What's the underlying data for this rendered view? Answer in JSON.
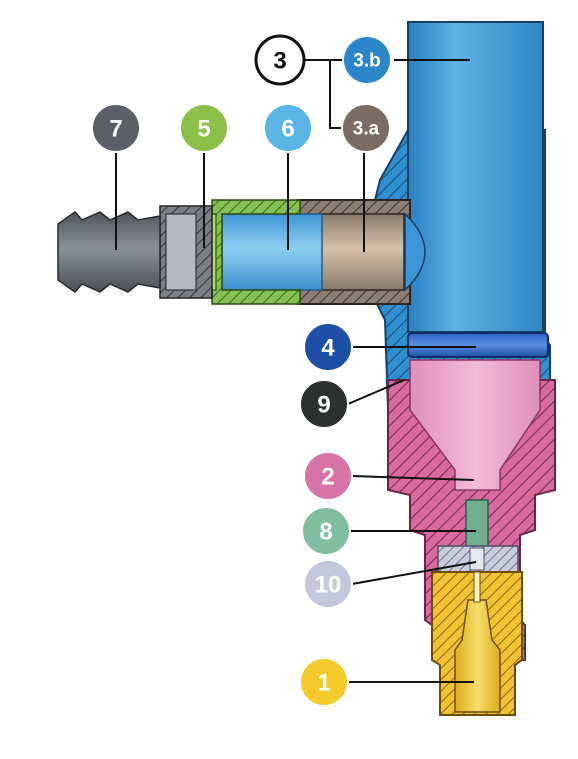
{
  "callouts": [
    {
      "id": "c3",
      "label": "3",
      "fill": "#ffffff",
      "text": "dark"
    },
    {
      "id": "c3b",
      "label": "3.b",
      "fill": "#2a86c9",
      "text": "light"
    },
    {
      "id": "c3a",
      "label": "3.a",
      "fill": "#7a6c63",
      "text": "light"
    },
    {
      "id": "c7",
      "label": "7",
      "fill": "#5c5f66",
      "text": "light"
    },
    {
      "id": "c5",
      "label": "5",
      "fill": "#8cc04a",
      "text": "light"
    },
    {
      "id": "c6",
      "label": "6",
      "fill": "#5ab4e6",
      "text": "light"
    },
    {
      "id": "c4",
      "label": "4",
      "fill": "#1e4fa6",
      "text": "light"
    },
    {
      "id": "c9",
      "label": "9",
      "fill": "#2c302e",
      "text": "light"
    },
    {
      "id": "c2",
      "label": "2",
      "fill": "#d873a8",
      "text": "light"
    },
    {
      "id": "c8",
      "label": "8",
      "fill": "#7fbfa0",
      "text": "light"
    },
    {
      "id": "c10",
      "label": "10",
      "fill": "#c4c8dc",
      "text": "light"
    },
    {
      "id": "c1",
      "label": "1",
      "fill": "#f2cb2a",
      "text": "light"
    }
  ],
  "colors": {
    "housing_blue": "#2f8fcf",
    "housing_pink": "#d86aa0",
    "hatch_dark": "#1d4f7a",
    "tube_blue": "#4aa3dd",
    "nut_brown": "#8a7d72",
    "fitting_gray": "#6b6e74",
    "seal_green": "#9bc95a",
    "orifice_yellow": "#f1c232",
    "ring_blue": "#1e4fa6",
    "cone_pink": "#e9a2c8",
    "seat_green": "#6fae8e",
    "filter_lavender": "#c8ccdc"
  }
}
